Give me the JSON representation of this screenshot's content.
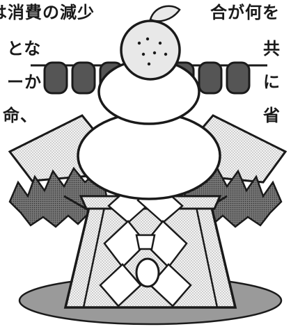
{
  "text_fragments": {
    "line1_left": "は消費の減少",
    "line1_right": "合が何を",
    "line2_left": "とな",
    "line2_right": "共",
    "line3_left": "ーか",
    "line3_right": "に",
    "line4_left": "命、",
    "line4_right": "省"
  },
  "illustration": {
    "subject": "kagami-mochi",
    "colors": {
      "outline": "#1a1a1a",
      "mochi_fill": "#ffffff",
      "persimmon_fill": "#555555",
      "tangerine_fill": "#e8e8e8",
      "pine_fill": "#444444",
      "stand_fill": "#f2f2f2",
      "shadow_fill": "#9a9a9a"
    }
  }
}
